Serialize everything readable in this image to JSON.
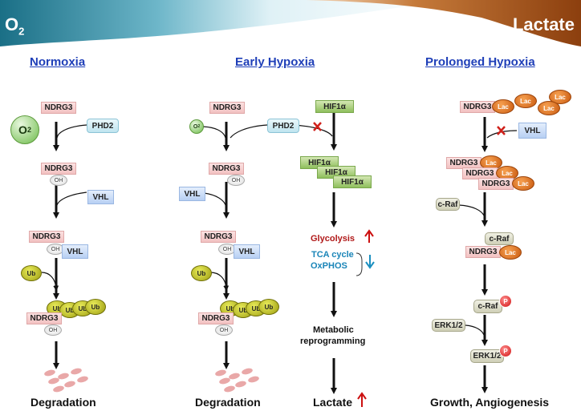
{
  "banner": {
    "left_title": "O",
    "left_sub": "2",
    "right_title": "Lactate"
  },
  "columns": {
    "normoxia": {
      "heading": "Normoxia",
      "o2_text": "O",
      "o2_sub": "2",
      "ndrg3": "NDRG3",
      "phd2": "PHD2",
      "oh": "OH",
      "vhl": "VHL",
      "ub": "Ub",
      "footer": "Degradation"
    },
    "early": {
      "heading": "Early Hypoxia",
      "o2_text": "O",
      "o2_sub": "2",
      "ndrg3": "NDRG3",
      "phd2": "PHD2",
      "oh": "OH",
      "vhl": "VHL",
      "ub": "Ub",
      "footer": "Degradation",
      "hif": "HIF1α",
      "glycolysis": "Glycolysis",
      "tca": "TCA cycle",
      "oxphos": "OxPHOS",
      "metabolic1": "Metabolic",
      "metabolic2": "reprogramming",
      "lactate": "Lactate"
    },
    "prolonged": {
      "heading": "Prolonged Hypoxia",
      "ndrg3": "NDRG3",
      "lac": "Lac",
      "vhl": "VHL",
      "craf": "c-Raf",
      "erk": "ERK1/2",
      "p": "P",
      "footer": "Growth,  Angiogenesis"
    }
  },
  "colors": {
    "heading": "#1f3fb8",
    "up_arrow": "#cc1010",
    "down_arrow": "#1a8fc0",
    "glycolysis": "#b01818",
    "tca": "#1a85b8"
  }
}
